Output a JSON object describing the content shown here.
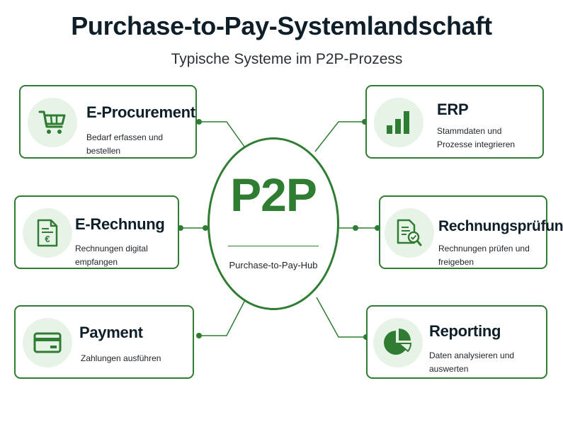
{
  "header": {
    "title": "Purchase-to-Pay-Systemlandschaft",
    "subtitle": "Typische Systeme im P2P-Prozess"
  },
  "hub": {
    "title": "P2P",
    "subtitle": "Purchase-to-Pay-Hub"
  },
  "colors": {
    "accent": "#2e7d32",
    "icon_bg": "#e8f3e8",
    "text": "#0f1f2a"
  },
  "nodes": {
    "eprocurement": {
      "title": "E-Procurement",
      "desc": "Bedarf erfassen und bestellen",
      "icon": "shopping-cart-icon"
    },
    "erechnung": {
      "title": "E-Rechnung",
      "desc": "Rechnungen digital empfangen",
      "icon": "euro-invoice-icon"
    },
    "payment": {
      "title": "Payment",
      "desc": "Zahlungen ausführen",
      "icon": "credit-card-icon"
    },
    "erp": {
      "title": "ERP",
      "desc": "Stammdaten und Prozesse integrieren",
      "icon": "bar-chart-icon"
    },
    "rechnungspruefung": {
      "title": "Rechnungsprüfung",
      "desc": "Rechnungen prüfen und freigeben",
      "icon": "document-check-icon"
    },
    "reporting": {
      "title": "Reporting",
      "desc": "Daten analysieren und auswerten",
      "icon": "pie-chart-icon"
    }
  }
}
